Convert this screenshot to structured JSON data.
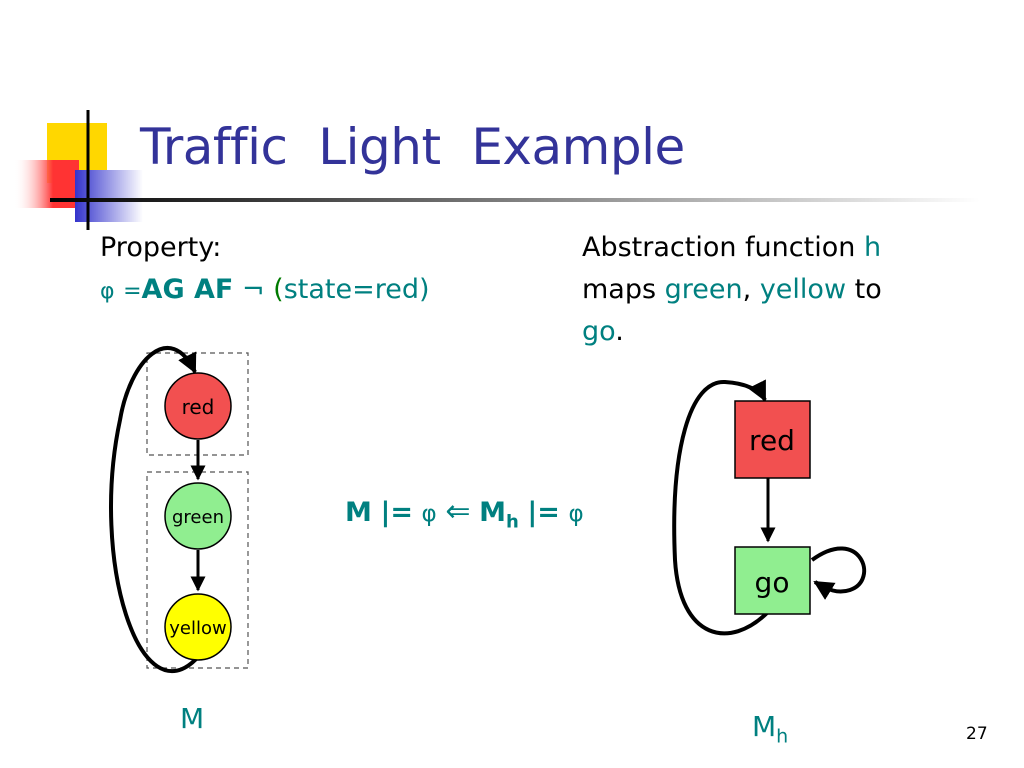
{
  "slide": {
    "title": "Traffic  Light  Example",
    "number": "27"
  },
  "property": {
    "heading": "Property:",
    "phi_symbol": "φ",
    "equals": "=",
    "operators": "AG AF",
    "negation": "¬",
    "open_paren": "(",
    "expr": "state=red)"
  },
  "abstraction": {
    "line1_text": "Abstraction function",
    "h": "h",
    "maps": "maps",
    "green": "green",
    "comma": ",",
    "yellow": "yellow",
    "to": "to",
    "go": "go",
    "period": "."
  },
  "left_diagram": {
    "nodes": [
      {
        "label": "red",
        "color": "#f25050"
      },
      {
        "label": "green",
        "color": "#90ee90"
      },
      {
        "label": "yellow",
        "color": "#ffff00"
      }
    ],
    "model_label": "M"
  },
  "relation": {
    "m": "M",
    "models": "|=",
    "phi": "φ",
    "implied_by": "⇐",
    "mh_base": "M",
    "mh_sub": "h",
    "models2": "|=",
    "phi2": "φ"
  },
  "right_diagram": {
    "nodes": [
      {
        "label": "red",
        "color": "#f25050"
      },
      {
        "label": "go",
        "color": "#90ee90"
      }
    ],
    "model_label_base": "M",
    "model_label_sub": "h"
  },
  "colors": {
    "title": "#333399",
    "accent": "#008080",
    "deco_yellow": "#ffd700",
    "deco_red": "#ff3333",
    "deco_blue": "#3333cc"
  }
}
